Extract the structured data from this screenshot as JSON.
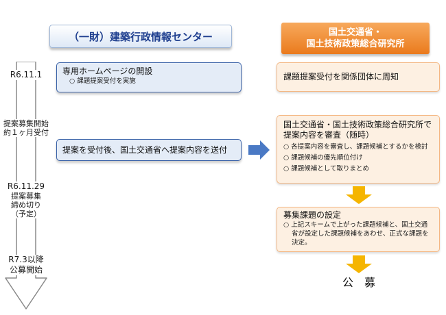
{
  "header": {
    "left": "（一財）建築行政情報センター",
    "right_line1": "国土交通省・",
    "right_line2": "国土技術政策総合研究所"
  },
  "timeline": {
    "date1": "R6.11.1",
    "period_line1": "提案募集開始",
    "period_line2": "約１ヶ月受付",
    "date2": "R6.11.29",
    "deadline_line1": "提案募集",
    "deadline_line2": "締め切り",
    "deadline_line3": "（予定）",
    "date3_line1": "R7.3以降",
    "date3_line2": "公募開始"
  },
  "left_boxes": {
    "homepage_title": "専用ホームページの開設",
    "homepage_item": "○ 課題提案受付を実施",
    "send_title": "提案を受付後、国土交通省へ提案内容を送付"
  },
  "right_boxes": {
    "notify_title": "課題提案受付を関係団体に周知",
    "review_title_line1": "国土交通省・国土技術政策総合研究所で",
    "review_title_line2": "提案内容を審査（随時）",
    "review_items": [
      "○ 各提案内容を審査し、課題候補とするかを検討",
      "○ 課題候補の優先順位付け",
      "○ 課題候補として取りまとめ"
    ],
    "setting_title": "募集課題の設定",
    "setting_item_line1": "○ 上記スキームで上がった課題候補と、国土交通",
    "setting_item_line2": "省が設定した課題候補をあわせ、正式な課題を",
    "setting_item_line3": "決定。",
    "final": "公　募"
  },
  "colors": {
    "blue_border": "#3a62a8",
    "blue_fill": "#e4ecf7",
    "orange_header": "#ea7a1d",
    "orange_fill": "#fdf0e2",
    "orange_border": "#f4b783",
    "arrow_gold": "#f5b500",
    "arrow_blue": "#4a79c4",
    "timeline_gray": "#8a8a8a"
  }
}
